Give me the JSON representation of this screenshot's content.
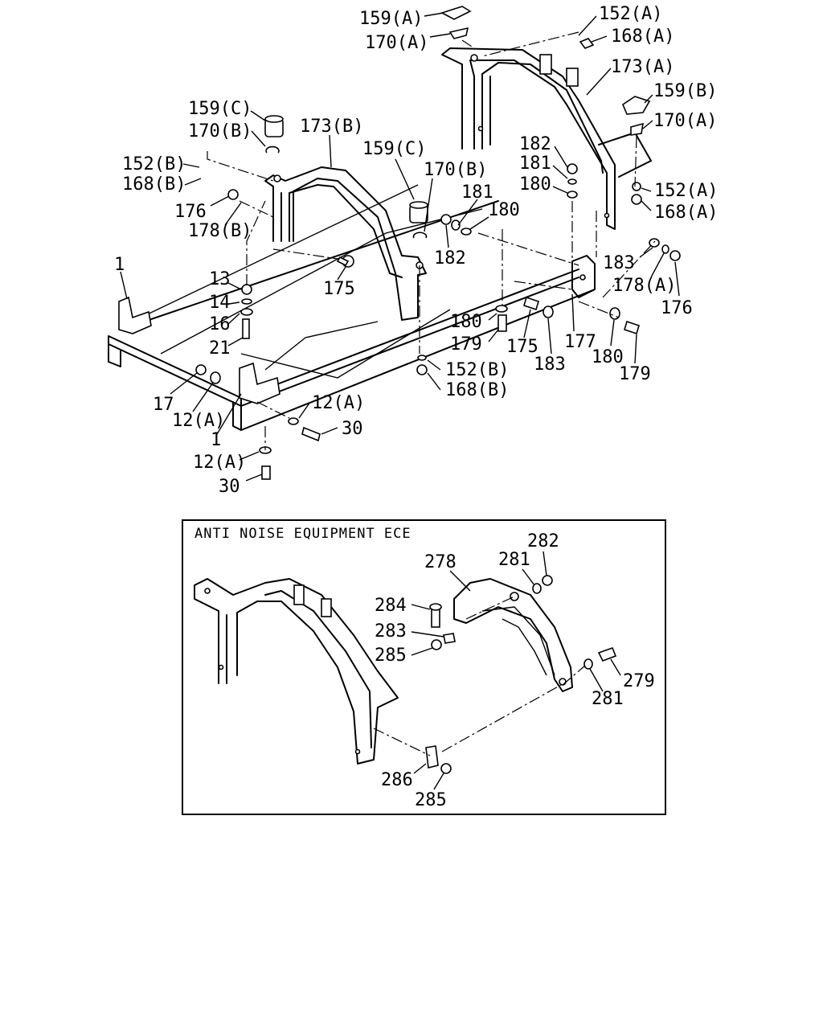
{
  "labels": {
    "l159A": "159(A)",
    "l152A_top": "152(A)",
    "l170A_top": "170(A)",
    "l168A_top": "168(A)",
    "l173A": "173(A)",
    "l159B": "159(B)",
    "l170A_r": "170(A)",
    "l159C_l": "159(C)",
    "l170B_l": "170(B)",
    "l173B": "173(B)",
    "l152B_l": "152(B)",
    "l168B_l": "168(B)",
    "l159C_m": "159(C)",
    "l170B_m": "170(B)",
    "l182_r": "182",
    "l181_r": "181",
    "l180_r": "180",
    "l152A_r": "152(A)",
    "l168A_r": "168(A)",
    "l176_l": "176",
    "l178B": "178(B)",
    "l181_m": "181",
    "l180_m": "180",
    "l182_m": "182",
    "l1_l": "1",
    "l13": "13",
    "l175_l": "175",
    "l183_r": "183",
    "l178A": "178(A)",
    "l176_r": "176",
    "l14": "14",
    "l16": "16",
    "l21": "21",
    "l180_b": "180",
    "l179_b": "179",
    "l175_b": "175",
    "l183_b": "183",
    "l177": "177",
    "l180_b2": "180",
    "l179_b2": "179",
    "l152B_b": "152(B)",
    "l168B_b": "168(B)",
    "l17": "17",
    "l12A_l": "12(A)",
    "l12A_r": "12(A)",
    "l1_b": "1",
    "l30_r": "30",
    "l12A_b": "12(A)",
    "l30_b": "30"
  },
  "inset": {
    "title": "ANTI NOISE EQUIPMENT ECE",
    "labels": {
      "l282": "282",
      "l281_t": "281",
      "l278": "278",
      "l284": "284",
      "l283": "283",
      "l285_t": "285",
      "l279": "279",
      "l281_b": "281",
      "l286": "286",
      "l285_b": "285"
    }
  }
}
